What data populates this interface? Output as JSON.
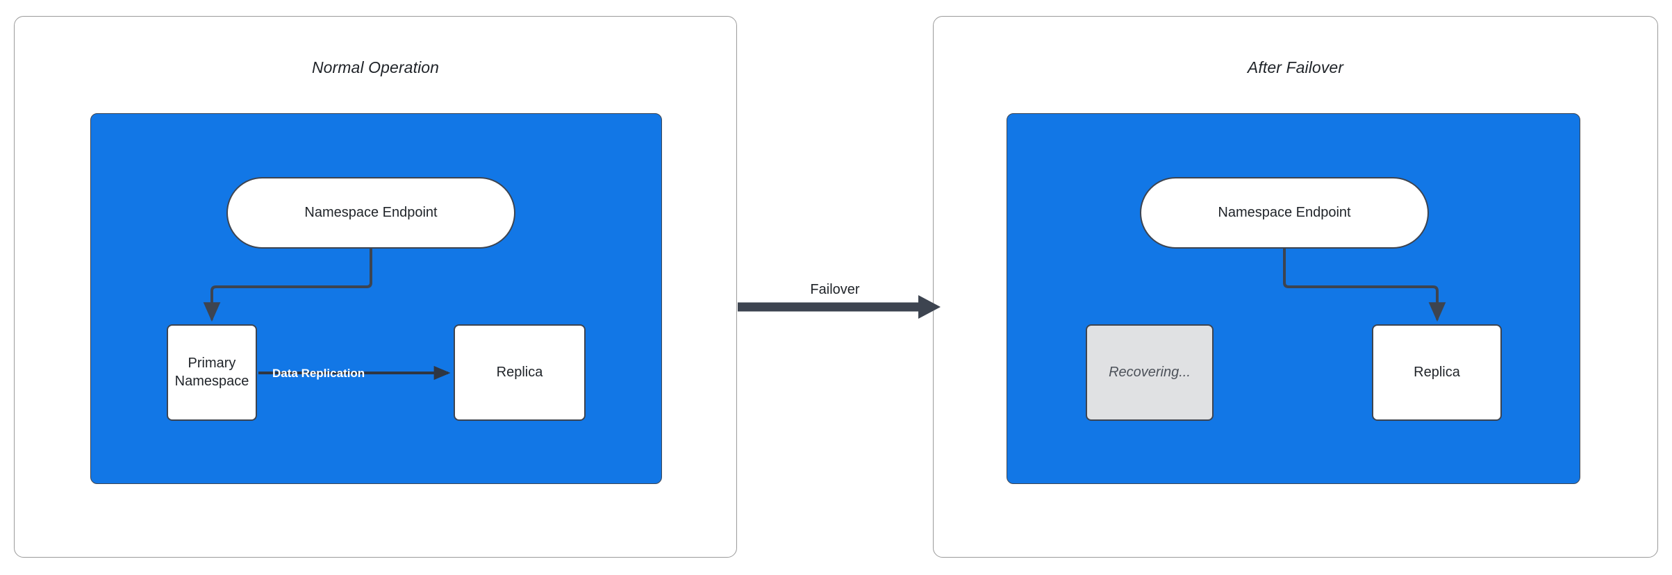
{
  "diagram": {
    "title_hidden": "",
    "colors": {
      "zone_blue": "#1277E6",
      "node_white": "#FFFFFF",
      "node_muted": "#E0E1E3",
      "stroke_dark": "#3D4450",
      "panel_border": "#9A9A9A",
      "text_dark": "#1F2328",
      "label_white": "#FFFFFF"
    },
    "panels": [
      {
        "id": "normal-operation",
        "title": "Normal Operation",
        "zone": {
          "fill": "#1277E6",
          "nodes": [
            {
              "id": "endpoint",
              "label": "Namespace Endpoint",
              "shape": "pill",
              "state": "active"
            },
            {
              "id": "primary",
              "label": "Primary\nNamespace",
              "line1": "Primary",
              "line2": "Namespace",
              "shape": "rect",
              "state": "active"
            },
            {
              "id": "replica",
              "label": "Replica",
              "shape": "rect",
              "state": "active"
            }
          ],
          "edges": [
            {
              "from": "endpoint",
              "to": "primary",
              "label": "",
              "style": "orthogonal-arrow"
            },
            {
              "from": "primary",
              "to": "replica",
              "label": "Data Replication",
              "style": "straight-arrow"
            }
          ]
        }
      },
      {
        "id": "after-failover",
        "title": "After Failover",
        "zone": {
          "fill": "#1277E6",
          "nodes": [
            {
              "id": "endpoint",
              "label": "Namespace Endpoint",
              "shape": "pill",
              "state": "active"
            },
            {
              "id": "primary",
              "label": "Recovering...",
              "shape": "rect",
              "state": "recovering"
            },
            {
              "id": "replica",
              "label": "Replica",
              "shape": "rect",
              "state": "active"
            }
          ],
          "edges": [
            {
              "from": "endpoint",
              "to": "replica",
              "label": "",
              "style": "orthogonal-arrow"
            }
          ]
        }
      }
    ],
    "transition": {
      "label": "Failover",
      "direction": "left-to-right",
      "style": "thick-arrow"
    }
  }
}
